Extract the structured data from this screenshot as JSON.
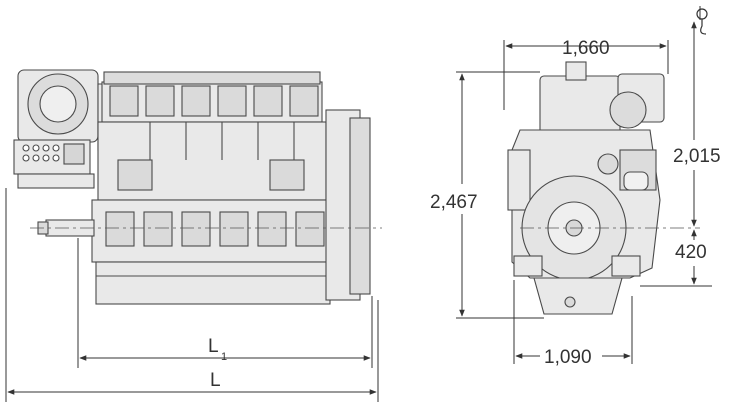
{
  "dimensions": {
    "width": "1,660",
    "height_total": "2,467",
    "height_top": "2,015",
    "height_bottom": "420",
    "base_width": "1,090",
    "length_l1_letter": "L",
    "length_l1_sub": "1",
    "length_l": "L"
  },
  "colors": {
    "engine_fill": "#e9e9e9",
    "engine_stroke": "#4a4a4a",
    "dim_line": "#333333"
  }
}
